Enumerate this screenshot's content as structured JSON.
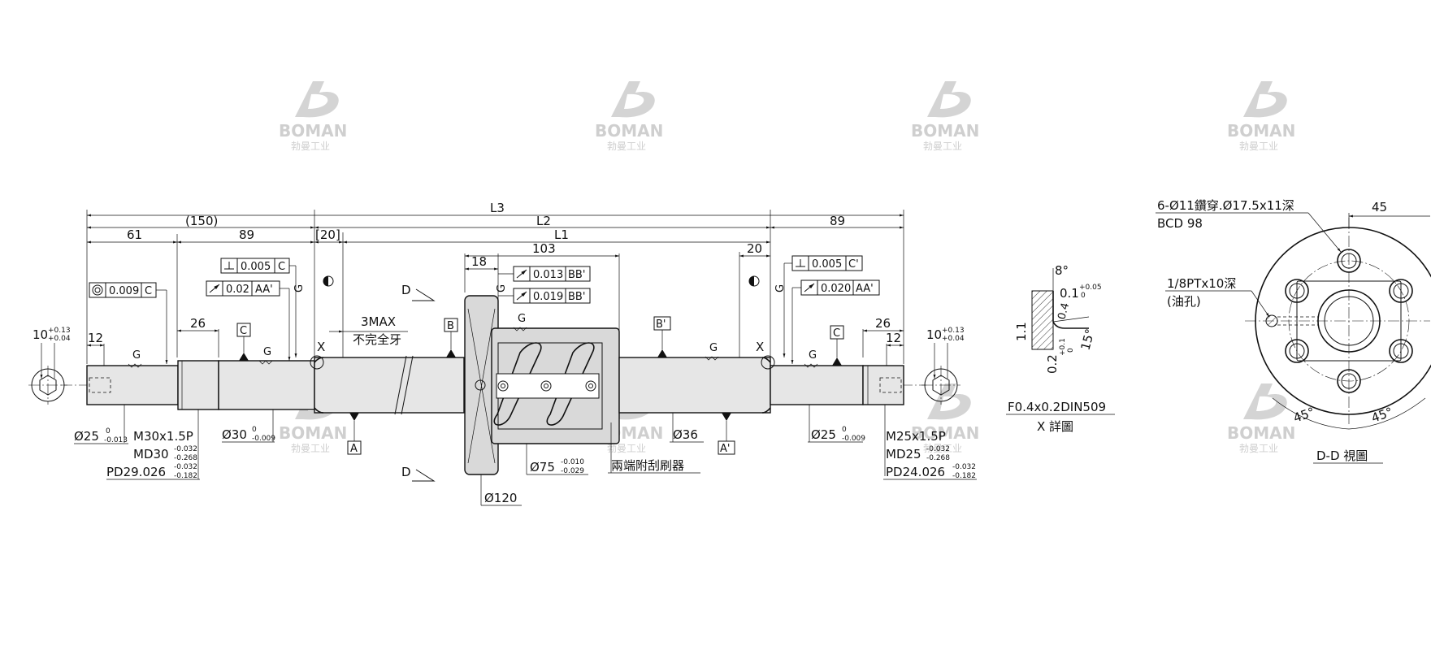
{
  "watermark": {
    "brand": "BOMAN",
    "subtitle": "勃曼工业"
  },
  "dims": {
    "L3": "L3",
    "L2": "L2",
    "L1": "L1",
    "d150": "(150)",
    "d61": "61",
    "d89a": "89",
    "d20a": "[20]",
    "d103": "103",
    "d20b": "20",
    "d89b": "89",
    "d18": "18",
    "d26a": "26",
    "d26b": "26",
    "d12a": "12",
    "d12b": "12",
    "d10a": "10",
    "d10b": "10",
    "tol_013": "+0.13",
    "tol_004": "+0.04",
    "max3": "3MAX",
    "incomplete_thread": "不完全牙"
  },
  "tolerances": {
    "conc_c": "0.009",
    "perp_c": "0.005",
    "perp_c2": "0.005",
    "run_aa": "0.02",
    "run_aa2": "0.020",
    "run_bb1": "0.013",
    "run_bb2": "0.019",
    "ref_c": "C",
    "ref_c2": "C'",
    "ref_aa": "AA'",
    "ref_bb": "BB'"
  },
  "labels": {
    "G": "G",
    "X": "X",
    "D": "D",
    "A": "A",
    "A2": "A'",
    "B": "B",
    "B2": "B'",
    "C": "C"
  },
  "bottom": {
    "d25a": "Ø25",
    "d25a_tol_top": "0",
    "d25a_tol_bot": "-0.013",
    "m30": "M30x1.5P",
    "md30": "MD30",
    "md30_tol_top": "-0.032",
    "md30_tol_bot": "-0.268",
    "pd29": "PD29.026",
    "pd29_tol_top": "-0.032",
    "pd29_tol_bot": "-0.182",
    "d30": "Ø30",
    "d30_tol_top": "0",
    "d30_tol_bot": "-0.009",
    "d120": "Ø120",
    "d75": "Ø75",
    "d75_tol_top": "-0.010",
    "d75_tol_bot": "-0.029",
    "wiper": "兩端附刮刷器",
    "d36": "Ø36",
    "d25b": "Ø25",
    "d25b_tol_top": "0",
    "d25b_tol_bot": "-0.009",
    "m25": "M25x1.5P",
    "md25": "MD25",
    "md25_tol_top": "-0.032",
    "md25_tol_bot": "-0.268",
    "pd24": "PD24.026",
    "pd24_tol_top": "-0.032",
    "pd24_tol_bot": "-0.182"
  },
  "detail_x": {
    "angle8": "8°",
    "angle15": "15°",
    "d01": "0.1",
    "d01_tol_top": "+0.05",
    "d01_tol_bot": "0",
    "d04": "0.4",
    "d11": "1.1",
    "d02": "0.2",
    "d02_tol_top": "+0.1",
    "d02_tol_bot": "0",
    "spec": "F0.4x0.2DIN509",
    "title": "X 詳圖"
  },
  "detail_d": {
    "holes": "6-Ø11鑽穿.Ø17.5x11深",
    "bcd": "BCD 98",
    "d45": "45",
    "oil": "1/8PTx10深",
    "oil2": "(油孔)",
    "ang45a": "45°",
    "ang45b": "45°",
    "title": "D-D 視圖"
  }
}
